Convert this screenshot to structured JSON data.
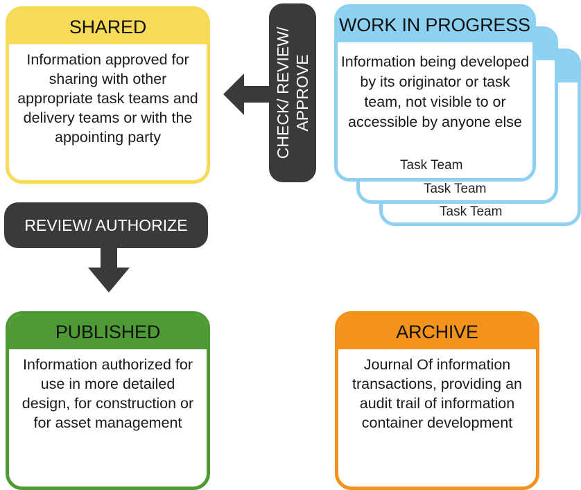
{
  "shared": {
    "title": "SHARED",
    "description": "Information approved for sharing with other appropriate task teams and delivery teams or with the appointing party"
  },
  "work_in_progress": {
    "title": "WORK IN PROGRESS",
    "description": "Information being developed by its originator or task team, not visible to or accessible by anyone else",
    "task_teams": [
      "Task Team",
      "Task Team",
      "Task Team"
    ]
  },
  "published": {
    "title": "PUBLISHED",
    "description": "Information authorized for use in more detailed design, for construction or for asset management"
  },
  "archive": {
    "title": "ARCHIVE",
    "description": "Journal Of information transactions, providing an audit trail of information container development"
  },
  "processes": {
    "check_review_approve_line1": "CHECK/ REVIEW/",
    "check_review_approve_line2": "APPROVE",
    "review_authorize": "REVIEW/ AUTHORIZE"
  },
  "colors": {
    "shared": "#f7da57",
    "work_in_progress": "#8dd1f2",
    "published": "#4e9a35",
    "archive": "#f3931b",
    "process": "#3a3a3c"
  }
}
